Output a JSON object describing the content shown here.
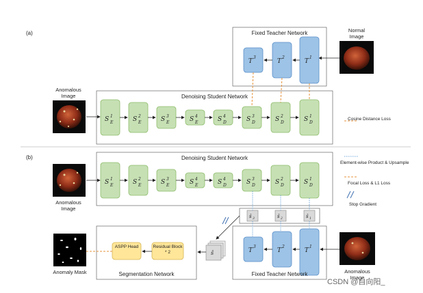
{
  "panel_a": {
    "tag": "(a)",
    "teacher_title": "Fixed Teacher Network",
    "normal_label": "Normal Image",
    "anomalous_label": "Anomalous Image",
    "student_title": "Denoising Student Network",
    "legend_cosine": "Cosine Distance Loss"
  },
  "panel_b": {
    "tag": "(b)",
    "student_title": "Denoising Student Network",
    "anomalous_label": "Anomalous Image",
    "teacher_title": "Fixed Teacher Network",
    "anomalous_right_label": "Anomalous Image",
    "seg_title": "Segmentation Network",
    "aspp": "ASPP Head",
    "residual": "Residual Block * 2",
    "mask_label": "Anomaly Mask",
    "legend_product": "Element-wise Product & Upsample",
    "legend_focal": "Focal Loss & L1 Loss",
    "legend_stop": "Stop Gradient"
  },
  "watermark": "CSDN @自向阳_",
  "colors": {
    "student_fill": "#c6e0b4",
    "student_stroke": "#8fbc6c",
    "teacher_fill": "#9dc3e6",
    "teacher_stroke": "#5b8fc9",
    "seg_fill": "#ffe699",
    "seg_stroke": "#d6b656",
    "loss_orange": "#e69138",
    "product_blue": "#6fa8dc"
  }
}
